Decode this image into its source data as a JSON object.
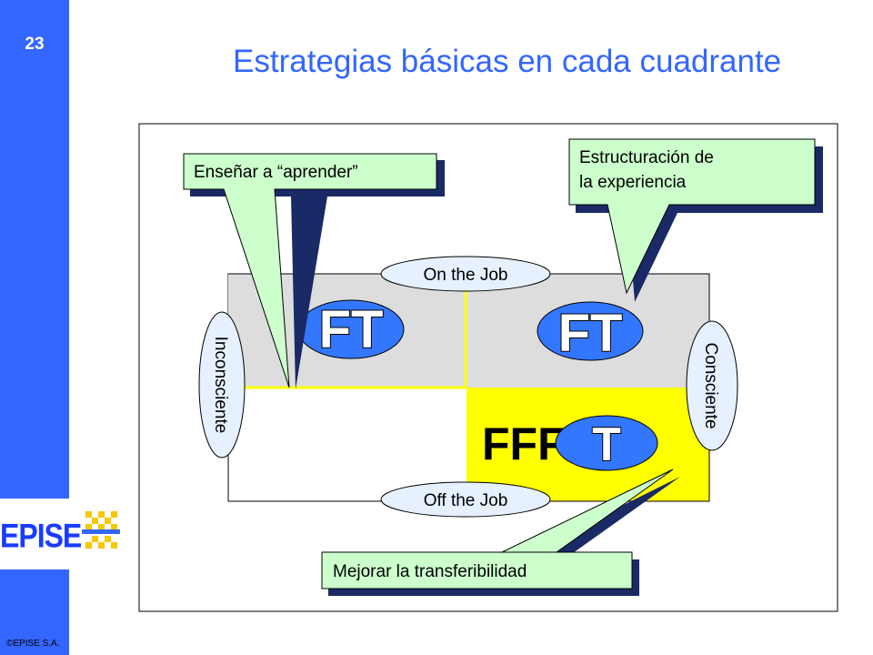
{
  "slide": {
    "page_number": "23",
    "title": "Estrategias básicas en cada cuadrante",
    "copyright": "©EPISE S.A."
  },
  "logo": {
    "text": "EPISE"
  },
  "diagram": {
    "axis_top": "On the Job",
    "axis_bottom": "Off the Job",
    "axis_left": "Inconsciente",
    "axis_right": "Consciente",
    "q_top_left": "FT",
    "q_top_right": "FT",
    "q_bottom_right_big": "FFF",
    "q_bottom_right_small": "T",
    "callouts": {
      "top_left": "Enseñar a “aprender”",
      "top_right_line1": "Estructuración de",
      "top_right_line2": "la experiencia",
      "bottom": "Mejorar la transferibilidad"
    },
    "colors": {
      "quadrant_gray": "#dddddd",
      "quadrant_yellow": "#ffff00",
      "callout_fill": "#ccffcc",
      "callout_shadow": "#1a2a66",
      "bubble_fill": "#e6f0ff",
      "ellipse_blue": "#3377ff"
    }
  }
}
